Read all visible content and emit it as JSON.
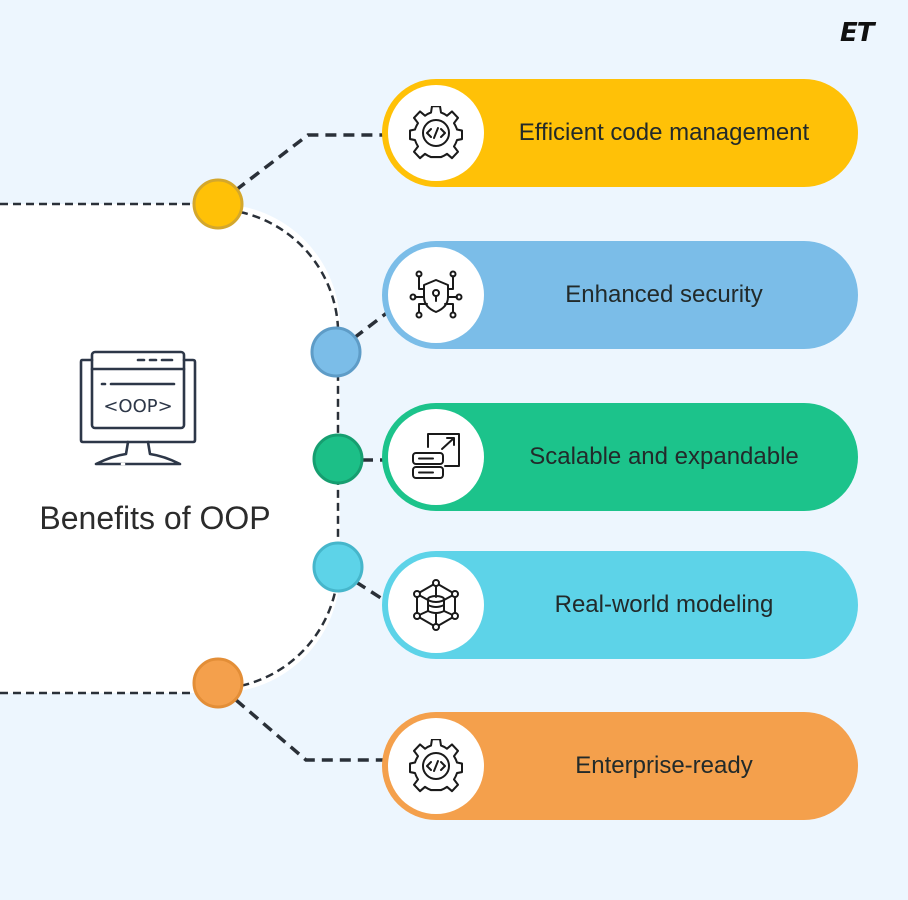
{
  "logo": {
    "text": "ET"
  },
  "center": {
    "title": "Benefits of OOP",
    "icon": "monitor-oop-icon",
    "icon_text": "<OOP>"
  },
  "benefits": [
    {
      "label": "Efficient code management",
      "icon": "gear-code-icon",
      "color": "#FFC107",
      "dot_color": "#FFC107",
      "dot_border": "#D4A72C"
    },
    {
      "label": "Enhanced security",
      "icon": "shield-network-icon",
      "color": "#7BBDE8",
      "dot_color": "#7BBDE8",
      "dot_border": "#5E9CC7"
    },
    {
      "label": "Scalable and expandable",
      "icon": "server-scale-icon",
      "color": "#1CC38B",
      "dot_color": "#1CBF87",
      "dot_border": "#169E70"
    },
    {
      "label": "Real-world modeling",
      "icon": "database-network-icon",
      "color": "#5DD3E8",
      "dot_color": "#5DD3E8",
      "dot_border": "#46B6CB"
    },
    {
      "label": "Enterprise-ready",
      "icon": "gear-code-icon",
      "color": "#F4A04C",
      "dot_color": "#F4A04C",
      "dot_border": "#E38E37"
    }
  ],
  "colors": {
    "background": "#EDF6FE",
    "panel": "#FFFFFF",
    "connector": "#2A3038",
    "text": "#222A2A"
  }
}
